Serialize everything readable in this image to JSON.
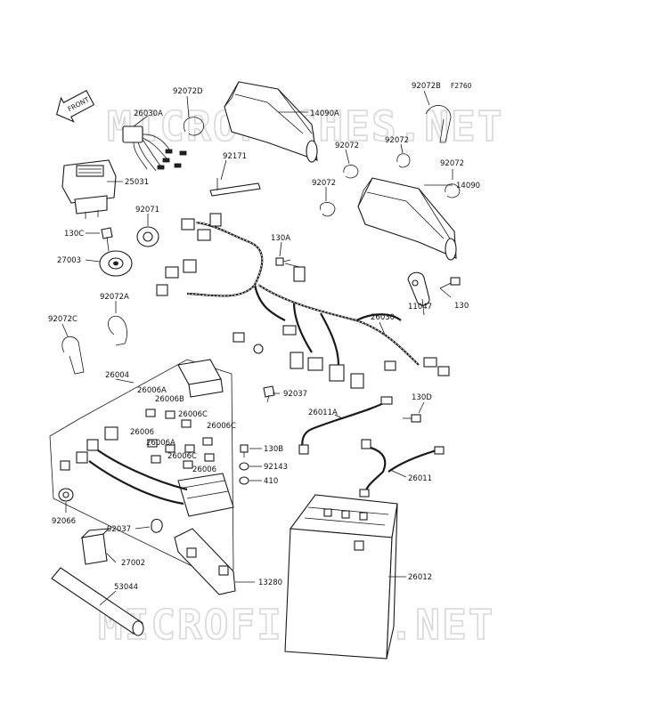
{
  "diagram_code": "F2760",
  "front_label": "FRONT",
  "watermark": "MICROFICHES.NET",
  "parts": {
    "p92072D": "92072D",
    "p14090A": "14090A",
    "p92072B": "92072B",
    "p26030A": "26030A",
    "p92072_a": "92072",
    "p92072_b": "92072",
    "p92072_c": "92072",
    "p92072_d": "92072",
    "p92171": "92171",
    "p14090": "14090",
    "p25031": "25031",
    "p92071": "92071",
    "p130C": "130C",
    "p130A": "130A",
    "p27003": "27003",
    "p92072A": "92072A",
    "p130": "130",
    "p11047": "11047",
    "p92072C": "92072C",
    "p26030": "26030",
    "p26004": "26004",
    "p26006A_1": "26006A",
    "p26006B": "26006B",
    "p26006C_1": "26006C",
    "p26006_1": "26006",
    "p26006C_2": "26006C",
    "p26006A_2": "26006A",
    "p26006C_3": "26006C",
    "p26006_2": "26006",
    "p92037_1": "92037",
    "p130D": "130D",
    "p26011A": "26011A",
    "p130B": "130B",
    "p92143": "92143",
    "p410": "410",
    "p26011": "26011",
    "p92066": "92066",
    "p92037_2": "92037",
    "p27002": "27002",
    "p26012": "26012",
    "p13280": "13280",
    "p53044": "53044"
  }
}
